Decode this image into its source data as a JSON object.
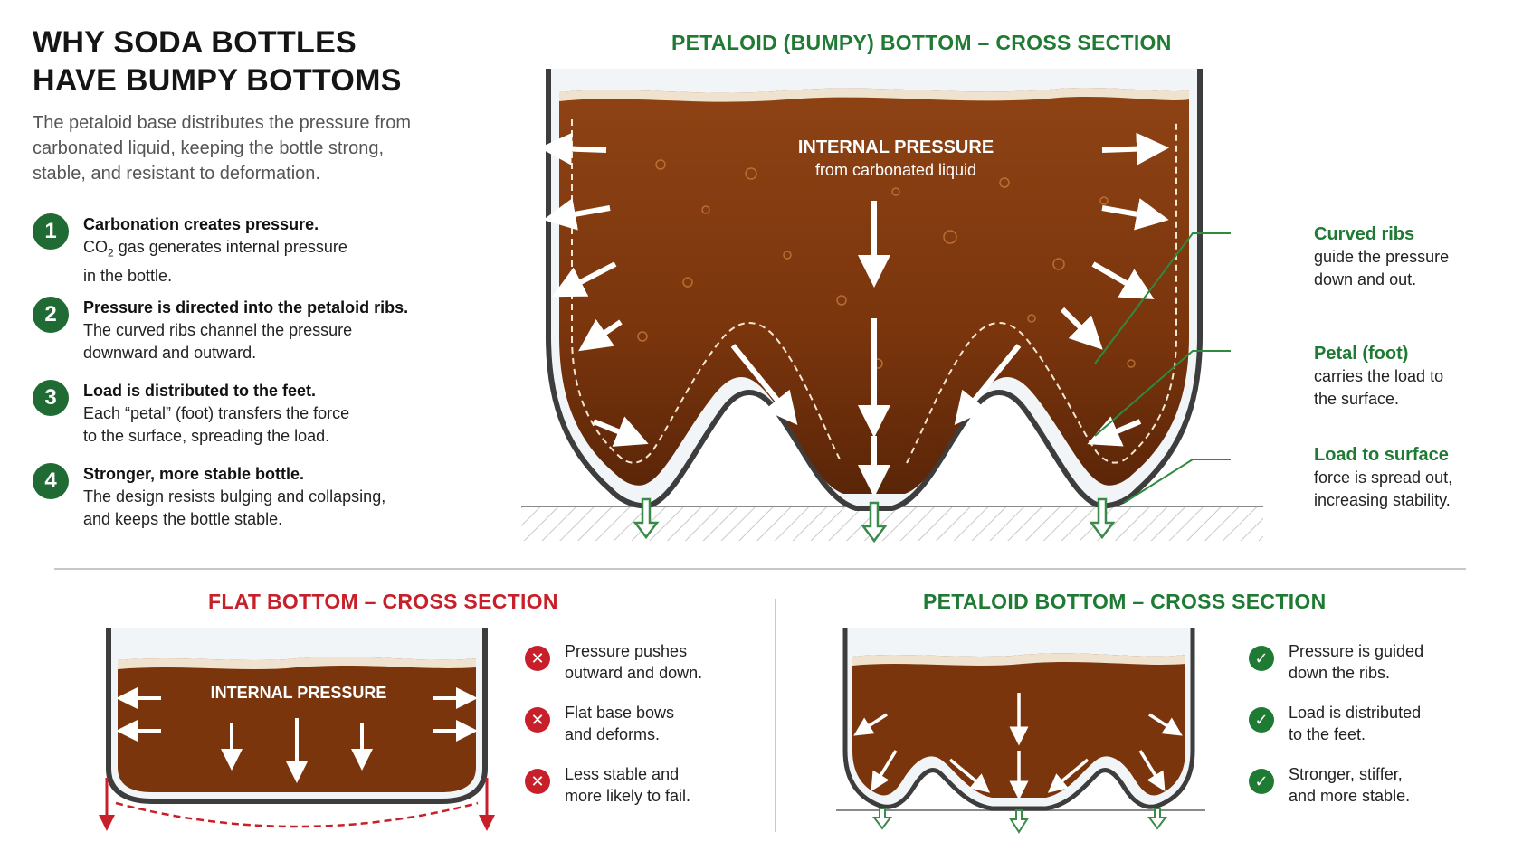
{
  "title": {
    "line1": "WHY SODA BOTTLES",
    "line2": "HAVE BUMPY BOTTOMS"
  },
  "subtitle": "The petaloid base distributes the pressure from carbonated liquid, keeping the bottle strong, stable, and resistant to deformation.",
  "steps": [
    {
      "num": "1",
      "heading": "Carbonation creates pressure.",
      "line1_pre": "CO",
      "line1_sub": "2",
      "line1_post": " gas generates internal pressure",
      "line2": "in the bottle."
    },
    {
      "num": "2",
      "heading": "Pressure is directed into the petaloid ribs.",
      "line1": "The curved ribs channel the pressure",
      "line2": "downward and outward."
    },
    {
      "num": "3",
      "heading": "Load is distributed to the feet.",
      "line1": "Each “petal” (foot) transfers the force",
      "line2": "to the surface, spreading the load."
    },
    {
      "num": "4",
      "heading": "Stronger, more stable bottle.",
      "line1": "The design resists bulging and collapsing,",
      "line2": "and keeps the bottle stable."
    }
  ],
  "main_diagram": {
    "title": "PETALOID (BUMPY) BOTTOM – CROSS SECTION",
    "pressure_label": "INTERNAL PRESSURE",
    "pressure_sub": "from carbonated liquid"
  },
  "callouts": [
    {
      "heading": "Curved ribs",
      "line1": "guide the pressure",
      "line2": "down and out."
    },
    {
      "heading": "Petal (foot)",
      "line1": "carries the load to",
      "line2": "the surface."
    },
    {
      "heading": "Load to surface",
      "line1": "force is spread out,",
      "line2": "increasing stability."
    }
  ],
  "flat": {
    "title": "FLAT BOTTOM – CROSS SECTION",
    "pressure_label": "INTERNAL PRESSURE",
    "bullets": [
      {
        "line1": "Pressure pushes",
        "line2": "outward and down."
      },
      {
        "line1": "Flat base bows",
        "line2": "and deforms."
      },
      {
        "line1": "Less stable and",
        "line2": "more likely to fail."
      }
    ]
  },
  "petaloid": {
    "title": "PETALOID BOTTOM – CROSS SECTION",
    "bullets": [
      {
        "line1": "Pressure is guided",
        "line2": "down the ribs."
      },
      {
        "line1": "Load is distributed",
        "line2": "to the feet."
      },
      {
        "line1": "Stronger, stiffer,",
        "line2": "and more stable."
      }
    ]
  },
  "icons": {
    "bad": "x-circle-icon",
    "good": "check-circle-icon",
    "arrow": "arrow-icon"
  },
  "colors": {
    "green": "#1f7a34",
    "red": "#c8202a",
    "soda": "#8a3f12",
    "step_badge": "#1f6b33"
  }
}
